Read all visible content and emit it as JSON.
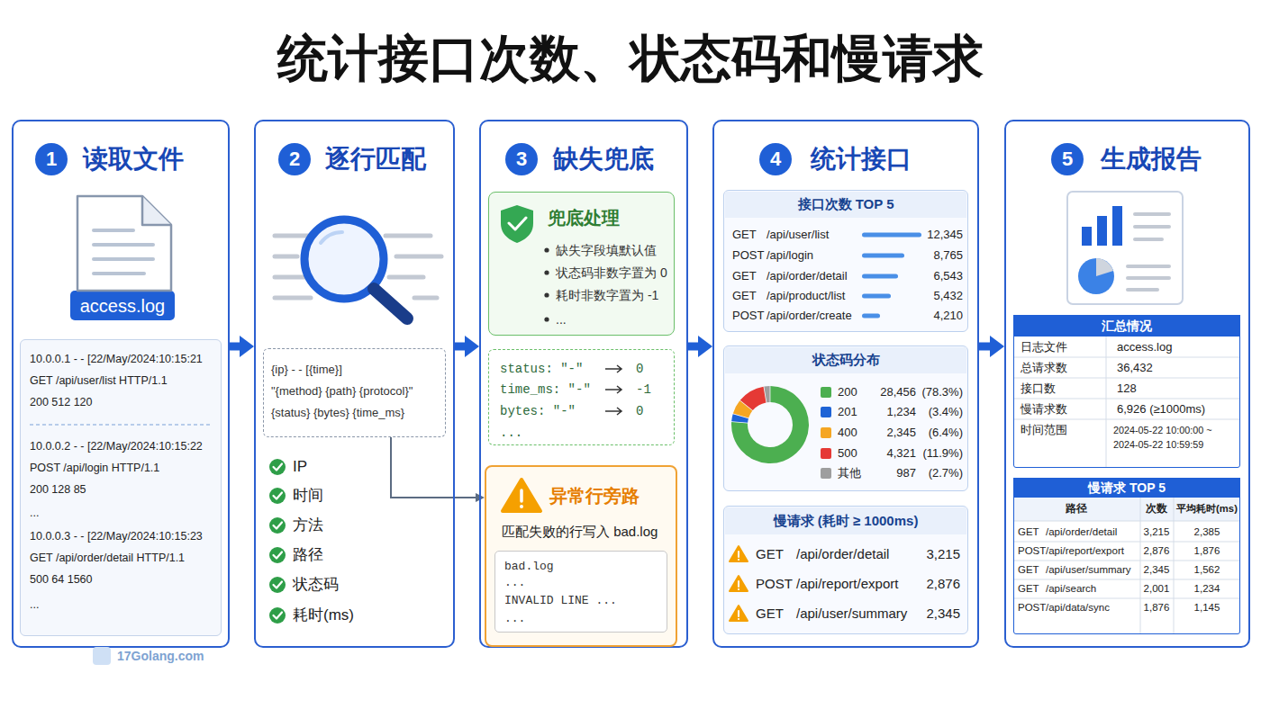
{
  "diagram": {
    "title": "统计接口次数、状态码和慢请求",
    "nodes": [
      {
        "text": [
          "读取文件"
        ]
      },
      {
        "text": [
          "1"
        ],
        "in": 0
      },
      {
        "text": [
          "access.log"
        ],
        "in": 0
      },
      {
        "text": [
          "10.0.0.1 - - [22/May/2024:10:15:21",
          "GET /api/user/list HTTP/1.1",
          "200 512 120",
          "10.0.0.2 - - [22/May/2024:10:15:22",
          "POST /api/login HTTP/1.1",
          "200 128 85",
          "...",
          "10.0.0.3 - - [22/May/2024:10:15:23",
          "GET /api/order/detail HTTP/1.1",
          "500 64 1560",
          "..."
        ],
        "in": 0
      },
      {
        "text": [
          "逐行匹配"
        ]
      },
      {
        "text": [
          "2"
        ],
        "in": 4
      },
      {
        "text": [
          "{ip} - - [{time}]",
          "\"{method} {path} {protocol}\"",
          "{status} {bytes} {time_ms}"
        ],
        "in": 4
      },
      {
        "text": [
          "缺失兜底"
        ]
      },
      {
        "text": [
          "3"
        ],
        "in": 7
      },
      {
        "text": [
          "兜底处理",
          "缺失字段填默认值",
          "状态码非数字置为 0",
          "耗时非数字置为 -1",
          "..."
        ],
        "in": 7
      },
      {
        "text": [
          "status: \"-\"",
          "0",
          "time_ms: \"-\"",
          "-1",
          "bytes: \"-\"",
          "0",
          "..."
        ],
        "in": 7
      },
      {
        "text": [
          "异常行旁路",
          "匹配失败的行写入 bad.log"
        ],
        "in": 7
      },
      {
        "text": [
          "bad.log",
          "...",
          "INVALID LINE ...",
          "..."
        ],
        "in": 11
      },
      {
        "text": [
          "统计接口"
        ]
      },
      {
        "text": [
          "4"
        ],
        "in": 13
      },
      {
        "text": [
          "接口次数 TOP 5",
          "GET",
          "/api/user/list",
          "12,345",
          "POST",
          "/api/login",
          "8,765",
          "GET",
          "/api/order/detail",
          "6,543",
          "GET",
          "/api/product/list",
          "5,432",
          "POST",
          "/api/order/create",
          "4,210"
        ],
        "in": 13
      },
      {
        "text": [
          "状态码分布",
          "200",
          "28,456",
          "(78.3%)",
          "201",
          "1,234",
          "(3.4%)",
          "400",
          "2,345",
          "(6.4%)",
          "500",
          "4,321",
          "(11.9%)",
          "其他",
          "987",
          "(2.7%)"
        ],
        "in": 13
      },
      {
        "text": [
          "慢请求 (耗时 ≥ 1000ms)",
          "GET",
          "/api/order/detail",
          "3,215",
          "POST",
          "/api/report/export",
          "2,876",
          "GET",
          "/api/user/summary",
          "2,345"
        ],
        "in": 13
      },
      {
        "text": [
          "生成报告"
        ]
      },
      {
        "text": [
          "5"
        ],
        "in": 18
      },
      {
        "text": [
          "汇总情况",
          "日志文件",
          "access.log",
          "总请求数",
          "36,432",
          "接口数",
          "128",
          "慢请求数",
          "6,926 (≥1000ms)",
          "时间范围",
          "2024-05-22 10:00:00 ~ 2024-05-22 10:59:59"
        ],
        "in": 18
      },
      {
        "text": [
          "慢请求 TOP 5",
          "路径",
          "次数",
          "平均耗时(ms)",
          "GET",
          "/api/order/detail",
          "3,215",
          "2,385",
          "POST",
          "/api/report/export",
          "2,876",
          "1,876",
          "GET",
          "/api/user/summary",
          "2,345",
          "1,562",
          "GET",
          "/api/search",
          "2,001",
          "1,234",
          "POST",
          "/api/data/sync",
          "1,876",
          "1,145"
        ],
        "in": 18
      }
    ],
    "edges": [
      {
        "from": 0,
        "to": 4,
        "arrow": "to"
      },
      {
        "from": 4,
        "to": 7,
        "arrow": "to"
      },
      {
        "from": 6,
        "to": 11,
        "arrow": "to"
      },
      {
        "from": 7,
        "to": 13,
        "arrow": "to"
      },
      {
        "from": 13,
        "to": 18,
        "arrow": "to"
      }
    ],
    "labels": [
      "IP",
      "时间",
      "方法",
      "路径",
      "状态码",
      "耗时(ms)",
      "17Golang.com"
    ]
  }
}
